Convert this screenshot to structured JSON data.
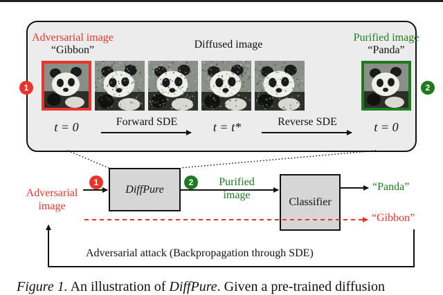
{
  "panel": {
    "adversarial_title": "Adversarial image",
    "adversarial_label": "“Gibbon”",
    "diffused_title": "Diffused image",
    "purified_title": "Purified image",
    "purified_label": "“Panda”",
    "t_left": "t = 0",
    "t_mid": "t = t*",
    "t_right": "t = 0",
    "forward_label": "Forward SDE",
    "reverse_label": "Reverse SDE",
    "images": [
      {
        "name": "adversarial",
        "frame": "red"
      },
      {
        "name": "diffused-1",
        "frame": "none"
      },
      {
        "name": "diffused-2",
        "frame": "none"
      },
      {
        "name": "diffused-3",
        "frame": "none"
      },
      {
        "name": "diffused-4",
        "frame": "none"
      },
      {
        "name": "purified",
        "frame": "green"
      }
    ]
  },
  "badges": {
    "one": "1",
    "two": "2"
  },
  "pipeline": {
    "input_line1": "Adversarial",
    "input_line2": "image",
    "diffpure_label": "DiffPure",
    "purified_line1": "Purified",
    "purified_line2": "image",
    "classifier_label": "Classifier",
    "output_panda": "“Panda”",
    "output_gibbon": "“Gibbon”",
    "attack_label": "Adversarial attack (Backpropagation through SDE)"
  },
  "caption": {
    "prefix": "Figure 1.",
    "text_a": " An illustration of ",
    "name": "DiffPure",
    "text_b": ". Given a pre-trained diffusion"
  },
  "colors": {
    "adversarial": "#e8342a",
    "purified": "#1e7a1e"
  }
}
